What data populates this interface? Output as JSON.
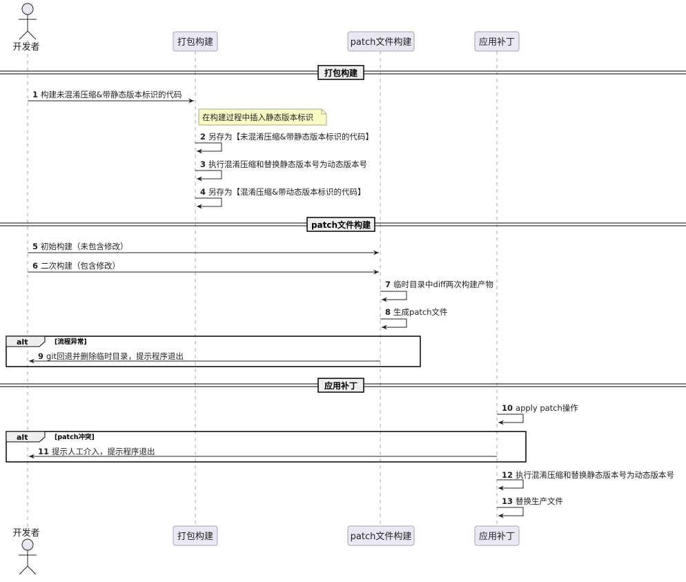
{
  "participants": [
    {
      "id": "dev",
      "label": "开发者",
      "type": "actor"
    },
    {
      "id": "build",
      "label": "打包构建",
      "type": "participant"
    },
    {
      "id": "patch",
      "label": "patch文件构建",
      "type": "participant"
    },
    {
      "id": "apply",
      "label": "应用补丁",
      "type": "participant"
    }
  ],
  "dividers": [
    {
      "label": "打包构建"
    },
    {
      "label": "patch文件构建"
    },
    {
      "label": "应用补丁"
    }
  ],
  "note": {
    "text": "在构建过程中插入静态版本标识"
  },
  "messages": [
    {
      "num": "1",
      "text": "构建未混淆压缩&带静态版本标识的代码"
    },
    {
      "num": "2",
      "text": "另存为【未混淆压缩&带静态版本标识的代码】"
    },
    {
      "num": "3",
      "text": "执行混淆压缩和替换静态版本号为动态版本号"
    },
    {
      "num": "4",
      "text": "另存为【混淆压缩&带动态版本标识的代码】"
    },
    {
      "num": "5",
      "text": "初始构建（未包含修改）"
    },
    {
      "num": "6",
      "text": "二次构建（包含修改）"
    },
    {
      "num": "7",
      "text": "临时目录中diff两次构建产物"
    },
    {
      "num": "8",
      "text": "生成patch文件"
    },
    {
      "num": "9",
      "text": "git回退并删除临时目录，提示程序退出"
    },
    {
      "num": "10",
      "text": "apply patch操作"
    },
    {
      "num": "11",
      "text": "提示人工介入，提示程序退出"
    },
    {
      "num": "12",
      "text": "执行混淆压缩和替换静态版本号为动态版本号"
    },
    {
      "num": "13",
      "text": "替换生产文件"
    }
  ],
  "alts": [
    {
      "label": "alt",
      "condition": "[流程异常]"
    },
    {
      "label": "alt",
      "condition": "[patch冲突]"
    }
  ]
}
